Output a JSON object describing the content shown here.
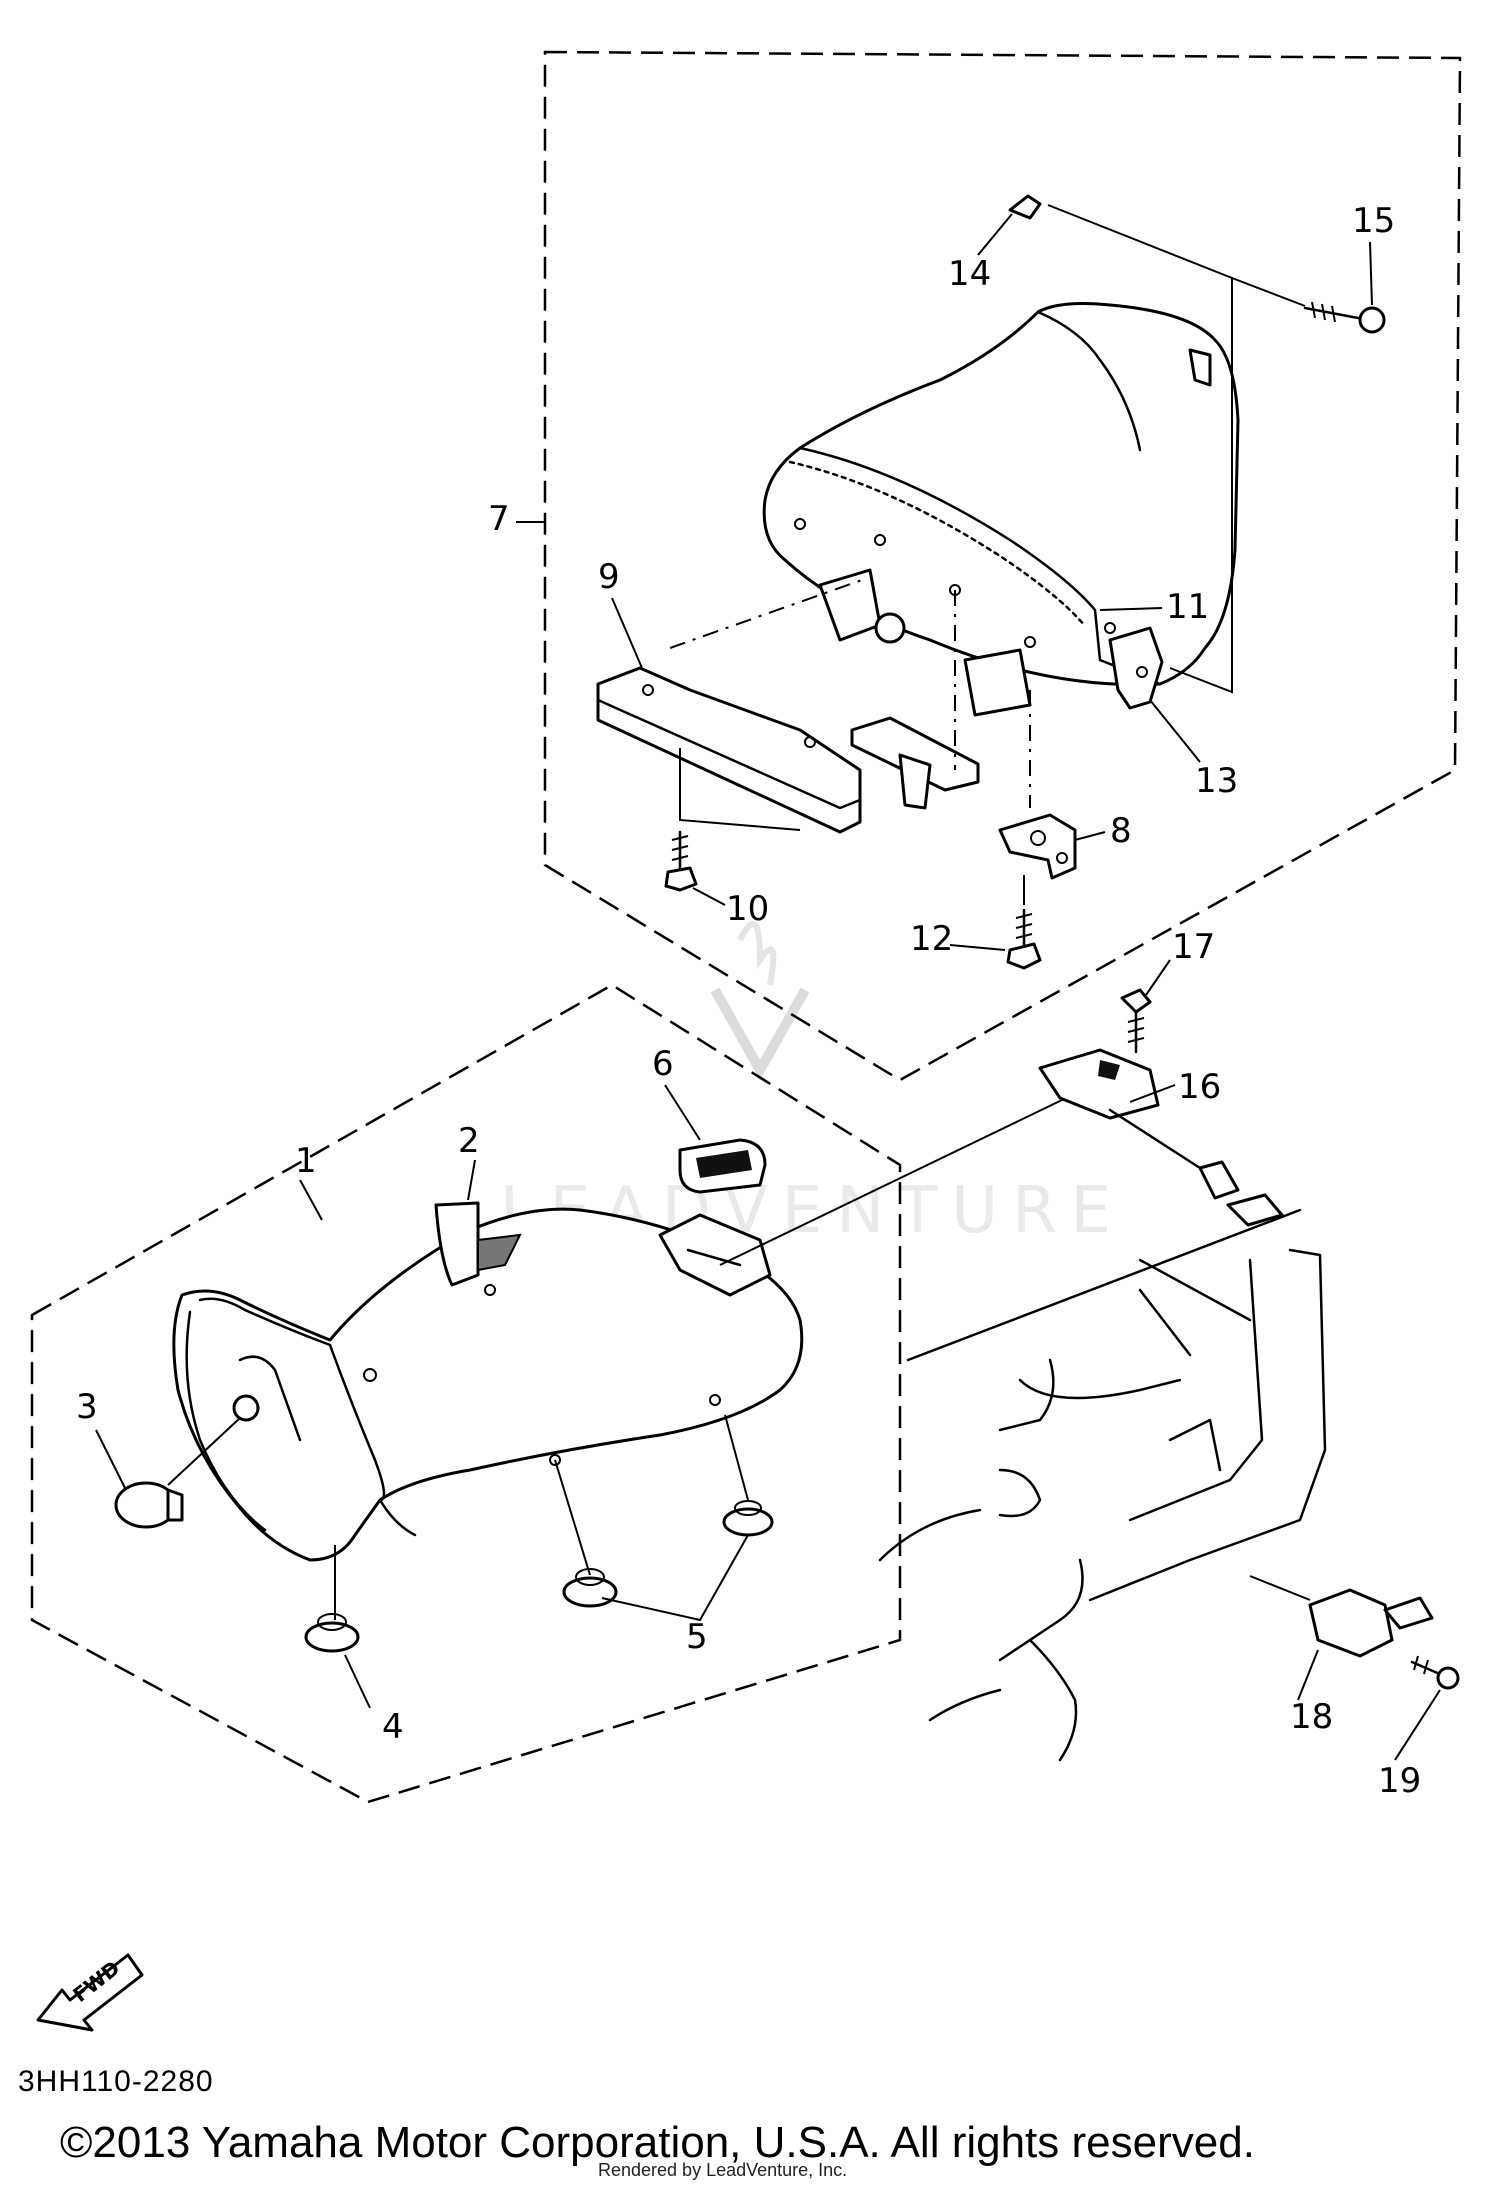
{
  "diagram": {
    "callouts": [
      "1",
      "2",
      "3",
      "4",
      "5",
      "6",
      "7",
      "8",
      "9",
      "10",
      "11",
      "12",
      "13",
      "14",
      "15",
      "16",
      "17",
      "18",
      "19"
    ],
    "watermark": "LEADVENTURE",
    "fwd_label": "FWD",
    "diagram_code": "3HH110-2280",
    "copyright": "©2013 Yamaha Motor Corporation, U.S.A. All rights reserved.",
    "rendered_by": "Rendered by LeadVenture, Inc."
  }
}
